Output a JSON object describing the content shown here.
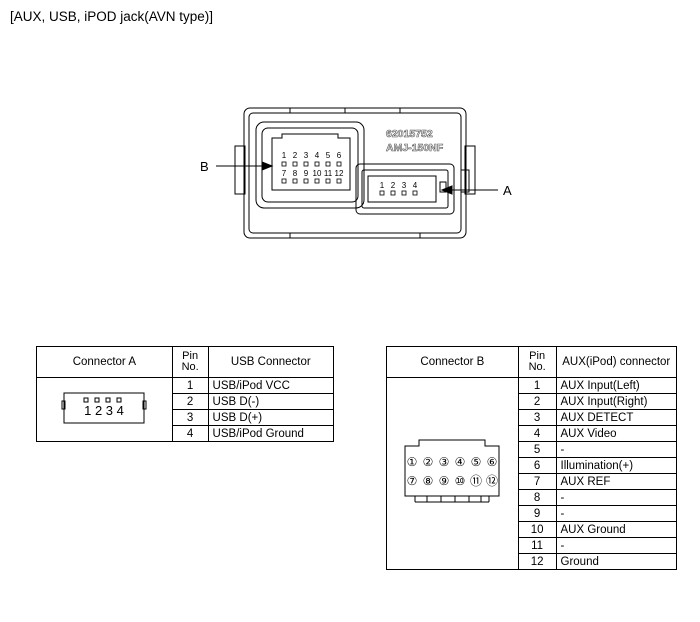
{
  "title": "[AUX, USB, iPOD jack(AVN type)]",
  "diagram": {
    "part_number": "62015752",
    "model": "AMJ-150NF",
    "label_a": "A",
    "label_b": "B",
    "connector_b_pins_row1": [
      "1",
      "2",
      "3",
      "4",
      "5",
      "6"
    ],
    "connector_b_pins_row2": [
      "7",
      "8",
      "9",
      "10",
      "11",
      "12"
    ],
    "connector_a_pins": [
      "1",
      "2",
      "3",
      "4"
    ]
  },
  "table_a": {
    "header_connector": "Connector A",
    "header_pin": "Pin No.",
    "header_pin_line1": "Pin",
    "header_pin_line2": "No.",
    "header_function": "USB Connector",
    "pin_label": "1 2 3 4",
    "rows": [
      {
        "pin": "1",
        "name": "USB/iPod VCC"
      },
      {
        "pin": "2",
        "name": "USB D(-)"
      },
      {
        "pin": "3",
        "name": "USB D(+)"
      },
      {
        "pin": "4",
        "name": "USB/iPod Ground"
      }
    ]
  },
  "table_b": {
    "header_connector": "Connector B",
    "header_pin_line1": "Pin",
    "header_pin_line2": "No.",
    "header_function": "AUX(iPod) connector",
    "pins_row1": [
      "①",
      "②",
      "③",
      "④",
      "⑤",
      "⑥"
    ],
    "pins_row2": [
      "⑦",
      "⑧",
      "⑨",
      "⑩",
      "⑪",
      "⑫"
    ],
    "rows": [
      {
        "pin": "1",
        "name": "AUX Input(Left)"
      },
      {
        "pin": "2",
        "name": "AUX Input(Right)"
      },
      {
        "pin": "3",
        "name": "AUX DETECT"
      },
      {
        "pin": "4",
        "name": "AUX Video"
      },
      {
        "pin": "5",
        "name": "-"
      },
      {
        "pin": "6",
        "name": "Illumination(+)"
      },
      {
        "pin": "7",
        "name": "AUX REF"
      },
      {
        "pin": "8",
        "name": "-"
      },
      {
        "pin": "9",
        "name": "-"
      },
      {
        "pin": "10",
        "name": "AUX Ground"
      },
      {
        "pin": "11",
        "name": "-"
      },
      {
        "pin": "12",
        "name": "Ground"
      }
    ]
  }
}
